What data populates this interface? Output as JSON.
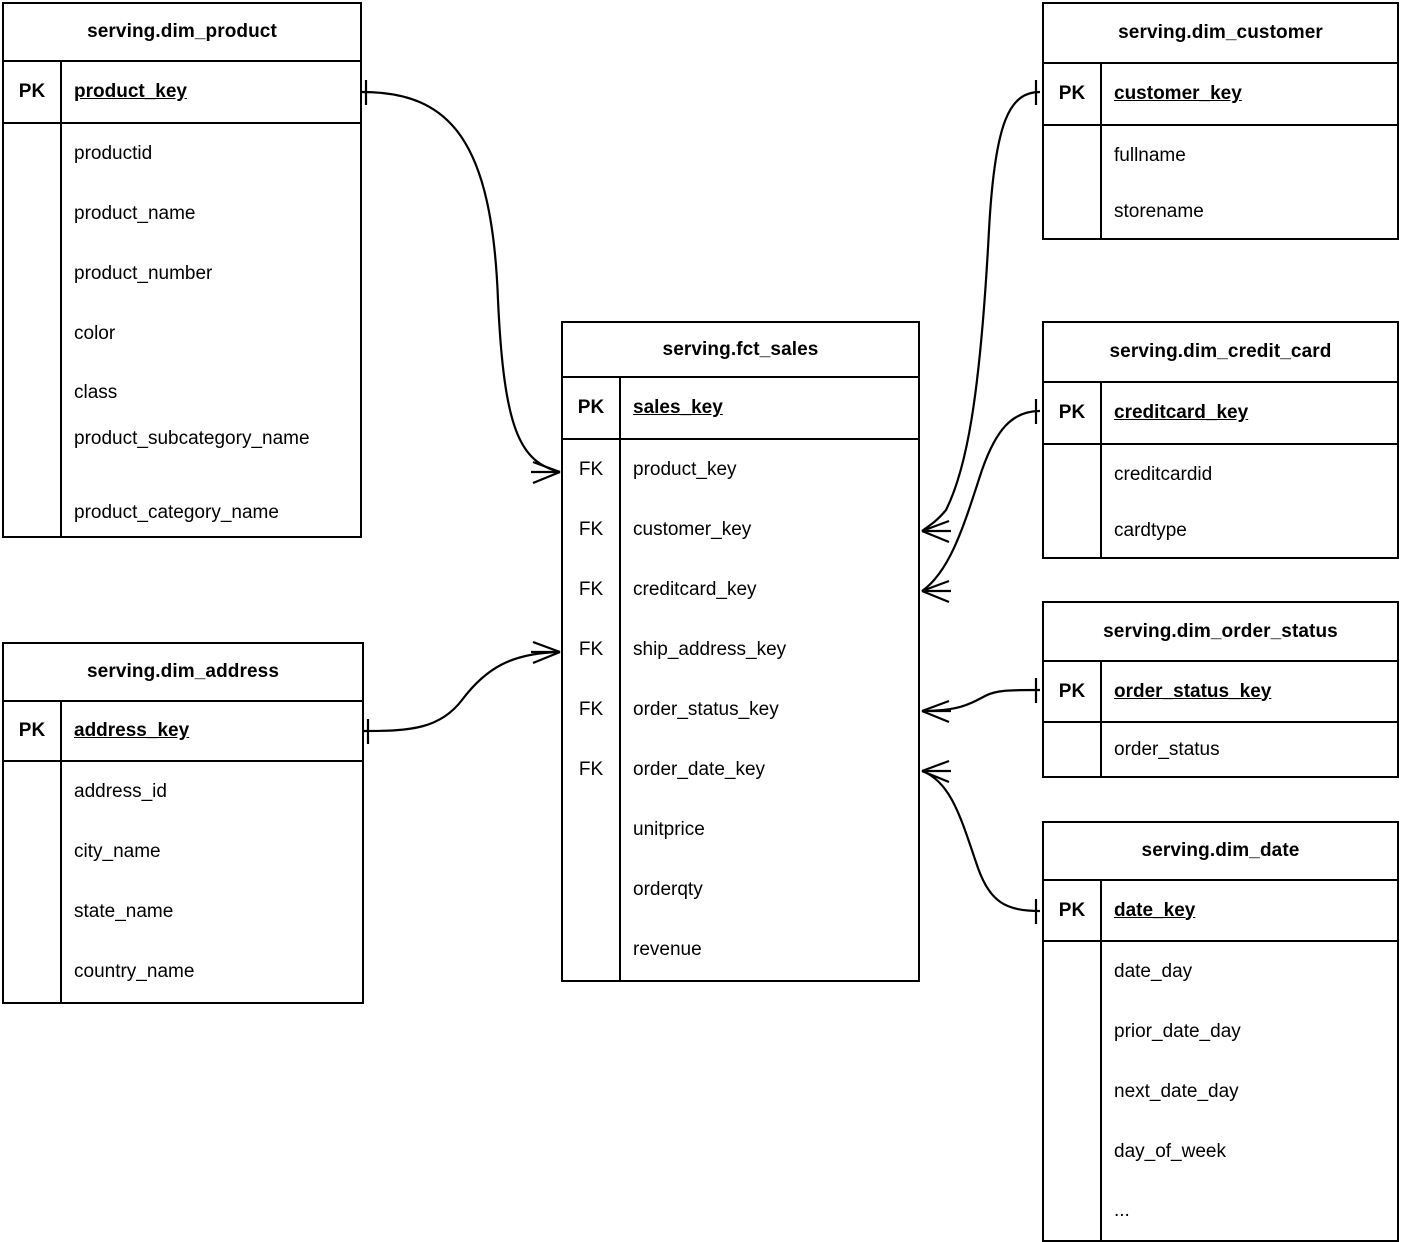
{
  "diagram": {
    "title": "Star schema ER diagram",
    "notation": "crow's foot",
    "line_color": "#000000",
    "background_color": "#ffffff",
    "text_color": "#000000"
  },
  "entities": {
    "dim_product": {
      "title": "serving.dim_product",
      "pk_label": "PK",
      "pk_field": "product_key",
      "attributes": [
        "productid",
        "product_name",
        "product_number",
        "color",
        "class",
        "product_subcategory_name",
        "product_category_name"
      ]
    },
    "dim_address": {
      "title": "serving.dim_address",
      "pk_label": "PK",
      "pk_field": "address_key",
      "attributes": [
        "address_id",
        "city_name",
        "state_name",
        "country_name"
      ]
    },
    "fct_sales": {
      "title": "serving.fct_sales",
      "pk_label": "PK",
      "pk_field": "sales_key",
      "fk_label": "FK",
      "fk_fields": [
        "product_key",
        "customer_key",
        "creditcard_key",
        "ship_address_key",
        "order_status_key",
        "order_date_key"
      ],
      "measures": [
        "unitprice",
        "orderqty",
        "revenue"
      ]
    },
    "dim_customer": {
      "title": "serving.dim_customer",
      "pk_label": "PK",
      "pk_field": "customer_key",
      "attributes": [
        "fullname",
        "storename"
      ]
    },
    "dim_credit_card": {
      "title": "serving.dim_credit_card",
      "pk_label": "PK",
      "pk_field": "creditcard_key",
      "attributes": [
        "creditcardid",
        "cardtype"
      ]
    },
    "dim_order_status": {
      "title": "serving.dim_order_status",
      "pk_label": "PK",
      "pk_field": "order_status_key",
      "attributes": [
        "order_status"
      ]
    },
    "dim_date": {
      "title": "serving.dim_date",
      "pk_label": "PK",
      "pk_field": "date_key",
      "attributes": [
        "date_day",
        "prior_date_day",
        "next_date_day",
        "day_of_week",
        "..."
      ]
    }
  },
  "relationships": [
    {
      "from": "dim_product.product_key",
      "to": "fct_sales.product_key",
      "from_cardinality": "one",
      "to_cardinality": "many"
    },
    {
      "from": "dim_address.address_key",
      "to": "fct_sales.ship_address_key",
      "from_cardinality": "one",
      "to_cardinality": "many"
    },
    {
      "from": "dim_customer.customer_key",
      "to": "fct_sales.customer_key",
      "from_cardinality": "one",
      "to_cardinality": "many"
    },
    {
      "from": "dim_credit_card.creditcard_key",
      "to": "fct_sales.creditcard_key",
      "from_cardinality": "one",
      "to_cardinality": "many"
    },
    {
      "from": "dim_order_status.order_status_key",
      "to": "fct_sales.order_status_key",
      "from_cardinality": "one",
      "to_cardinality": "many"
    },
    {
      "from": "dim_date.date_key",
      "to": "fct_sales.order_date_key",
      "from_cardinality": "one",
      "to_cardinality": "many"
    }
  ]
}
